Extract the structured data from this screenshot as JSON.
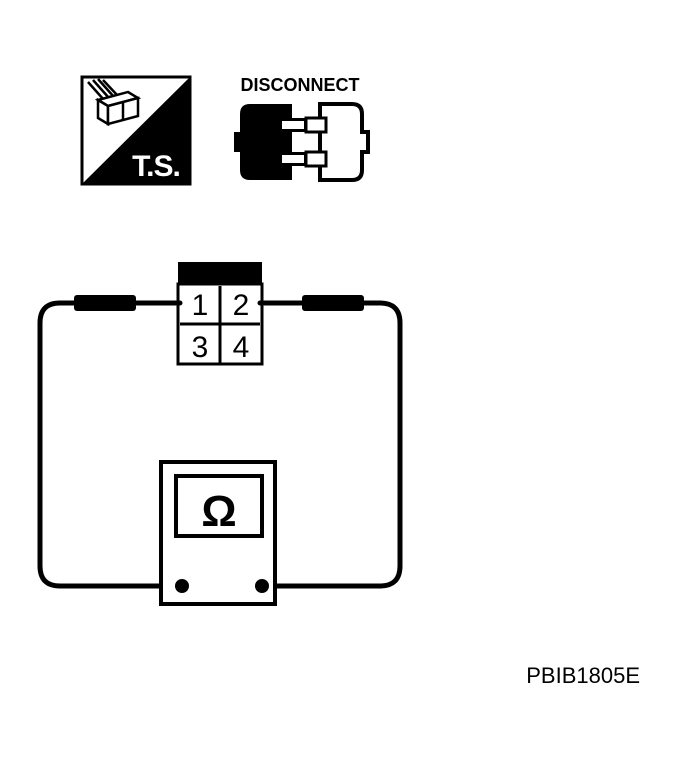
{
  "icons": {
    "test_symbol": {
      "label": "T.S.",
      "icon": "connector-icon"
    },
    "disconnect": {
      "label": "DISCONNECT",
      "icon": "disconnected-connector-icon"
    }
  },
  "connector": {
    "pins": [
      "1",
      "2",
      "3",
      "4"
    ]
  },
  "meter": {
    "symbol": "Ω"
  },
  "figure_id": "PBIB1805E",
  "colors": {
    "ink": "#000000",
    "paper": "#ffffff"
  }
}
